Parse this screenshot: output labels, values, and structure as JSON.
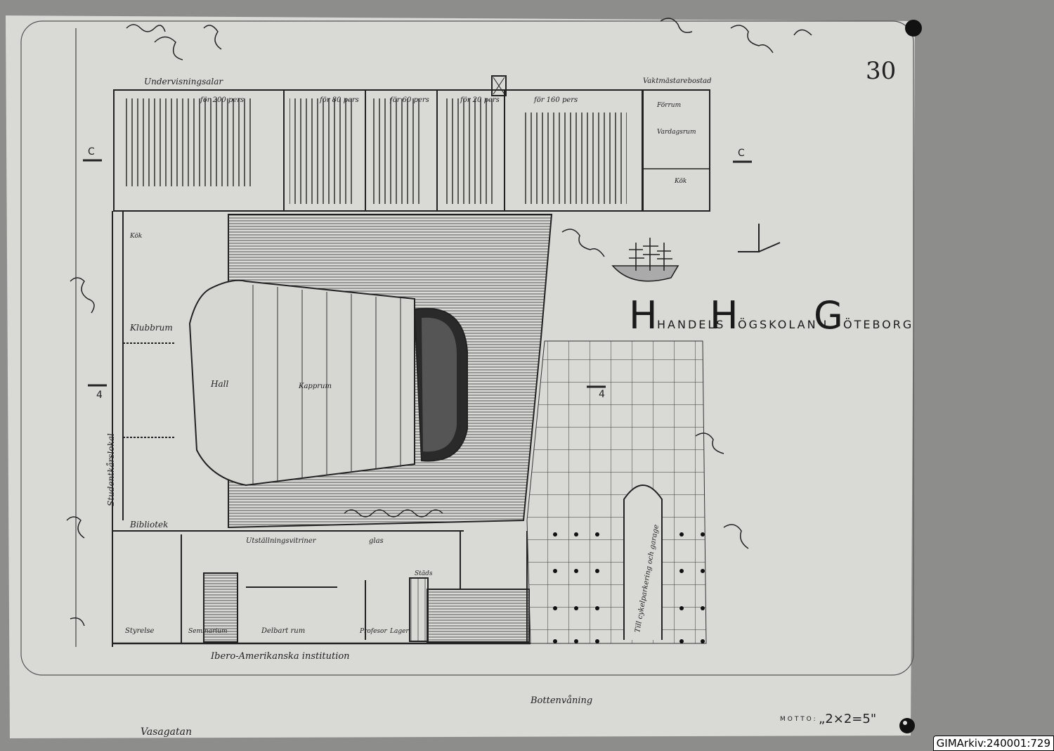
{
  "sheet_number": "30",
  "title": {
    "line": [
      "HANDELS",
      "HÖGSKOLAN I",
      "GÖTEBORG"
    ],
    "full": "HANDELS HÖGSKOLAN I GÖTEBORG"
  },
  "rooms": {
    "classrooms": "Undervisningsalar",
    "room_200": "för 200 pers",
    "room_80": "för 80 pers",
    "room_60": "för 60 pers",
    "room_20": "för 20 pers",
    "room_160": "för 160 pers",
    "caretaker": "Vaktmästarebostad",
    "anteroom": "Förrum",
    "daily_room": "Vardagsrum",
    "kitchen_right": "Kök",
    "kitchen_left": "Kök",
    "club_room": "Klubbrum",
    "hall": "Hall",
    "central": "Kapprum",
    "student_union": "Studentkårslokal",
    "library": "Bibliotek",
    "showcases": "Utställningsvitriner",
    "glass": "glas",
    "board": "Styrelse",
    "seminar": "Seminarium",
    "divisible_room": "Delbart rum",
    "professor": "Profesor",
    "storage": "Lager",
    "stairs": "Städs",
    "institute": "Ibero-Amerikanska institution",
    "bike_parking": "Till cykelparkering och garage"
  },
  "section_marks": {
    "c_left": "C",
    "c_right": "C",
    "four_left": "4",
    "four_right": "4"
  },
  "floor_name": "Bottenvåning",
  "street": "Vasagatan",
  "motto_label": "MOTTO:",
  "motto": "„2×2=5\"",
  "archive_id": "GIMArkiv:240001:729",
  "colors": {
    "paper": "#d9d9d6",
    "wall": "#8d8d8b",
    "ink": "#1e1e1e"
  }
}
